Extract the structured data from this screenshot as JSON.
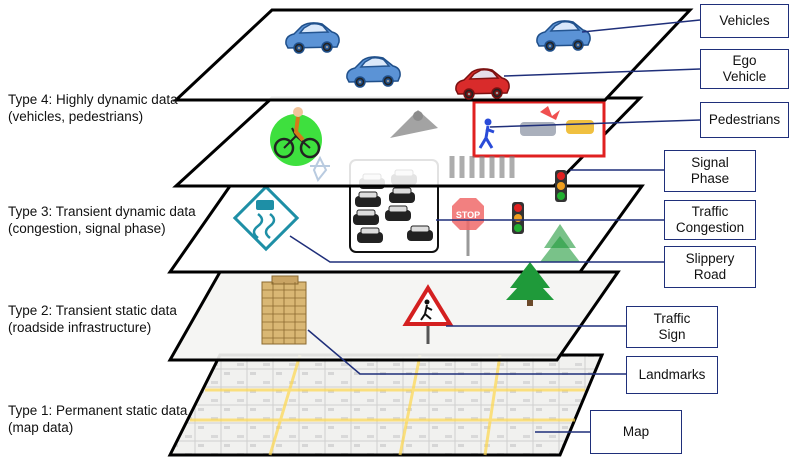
{
  "type_labels": [
    {
      "line1": "Type 4: Highly dynamic data",
      "line2": "(vehicles, pedestrians)"
    },
    {
      "line1": "Type 3: Transient dynamic data",
      "line2": "(congestion, signal phase)"
    },
    {
      "line1": "Type 2: Transient static data",
      "line2": "(roadside infrastructure)"
    },
    {
      "line1": "Type 1: Permanent static data",
      "line2": "(map data)"
    }
  ],
  "callouts": {
    "vehicles": {
      "line1": "Vehicles",
      "line2": ""
    },
    "ego_vehicle": {
      "line1": "Ego",
      "line2": "Vehicle"
    },
    "pedestrians": {
      "line1": "Pedestrians",
      "line2": ""
    },
    "signal_phase": {
      "line1": "Signal",
      "line2": "Phase"
    },
    "traffic_congestion": {
      "line1": "Traffic",
      "line2": "Congestion"
    },
    "slippery_road": {
      "line1": "Slippery",
      "line2": "Road"
    },
    "traffic_sign": {
      "line1": "Traffic",
      "line2": "Sign"
    },
    "landmarks": {
      "line1": "Landmarks",
      "line2": ""
    },
    "map": {
      "line1": "Map",
      "line2": ""
    }
  },
  "stop_sign_text": "STOP",
  "colors": {
    "leader_line": "#1f2f7a",
    "layer_edge": "#000000",
    "car_blue": "#5b93d6",
    "car_red": "#d92b2b",
    "tree_green": "#1f9a3a",
    "cyclist_halo": "#3ee03e",
    "slippery_teal": "#1e8fa6"
  }
}
